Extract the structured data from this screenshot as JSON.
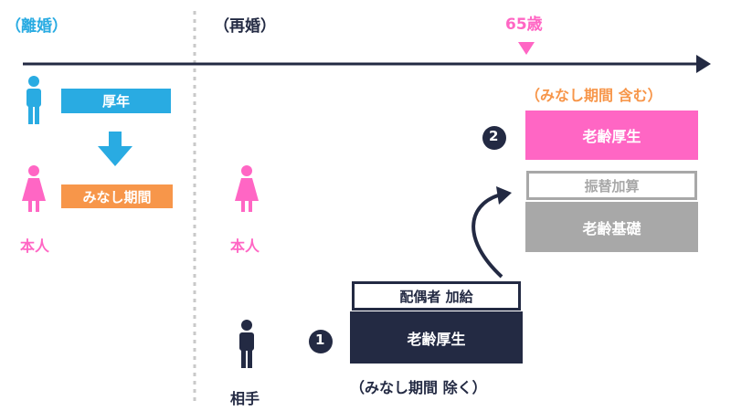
{
  "headers": {
    "divorce": "（離婚）",
    "remarriage": "（再婚）",
    "age65": "65歳"
  },
  "left": {
    "kosei_box": "厚年",
    "minashi_box": "みなし期間",
    "honnin_label": "本人"
  },
  "middle": {
    "honnin_label": "本人",
    "aite_label": "相手"
  },
  "partner_bar": {
    "step": "1",
    "spouse_allowance": "配偶者 加給",
    "old_age": "老齢厚生",
    "note": "（みなし期間 除く）"
  },
  "self_bar": {
    "step": "2",
    "note": "（みなし期間 含む）",
    "old_age": "老齢厚生",
    "transfer_addition": "振替加算",
    "basic": "老齢基礎"
  },
  "colors": {
    "blue": "#29abe2",
    "orange": "#f7964a",
    "pink": "#ff66c4",
    "navy": "#232a43",
    "gray": "#a8a8a8"
  }
}
